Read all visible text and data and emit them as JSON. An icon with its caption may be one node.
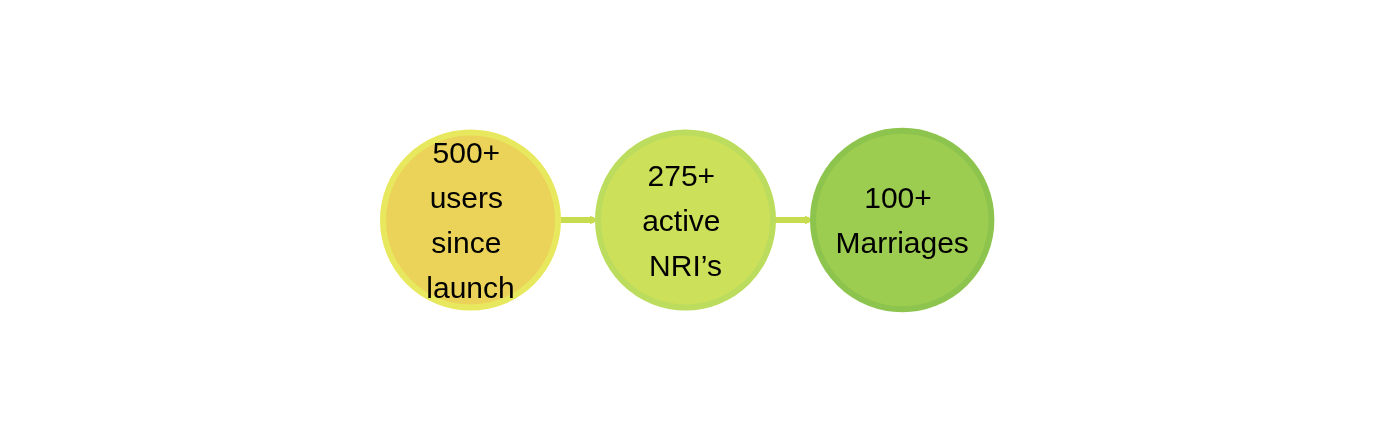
{
  "diagram": {
    "nodes": [
      {
        "text": [
          "500+ users since launch"
        ]
      },
      {
        "text": [
          "275+ active NRI’s"
        ]
      },
      {
        "text": [
          "100+ Marriages"
        ]
      }
    ],
    "edges": [
      {
        "from": 0,
        "to": 1,
        "arrow": "to"
      },
      {
        "from": 1,
        "to": 2,
        "arrow": "to"
      }
    ]
  }
}
